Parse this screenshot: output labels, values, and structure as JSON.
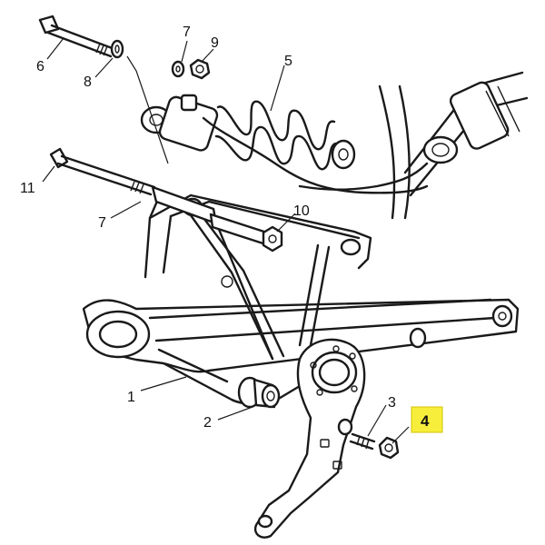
{
  "callouts": {
    "c1": "1",
    "c2": "2",
    "c3": "3",
    "c4": "4",
    "c5": "5",
    "c6": "6",
    "c7a": "7",
    "c7b": "7",
    "c8": "8",
    "c9": "9",
    "c10": "10",
    "c11": "11"
  },
  "highlight": {
    "part": "4",
    "color": "#f7ee3c"
  },
  "colors": {
    "line": "#1a1a1a",
    "background": "#ffffff"
  }
}
